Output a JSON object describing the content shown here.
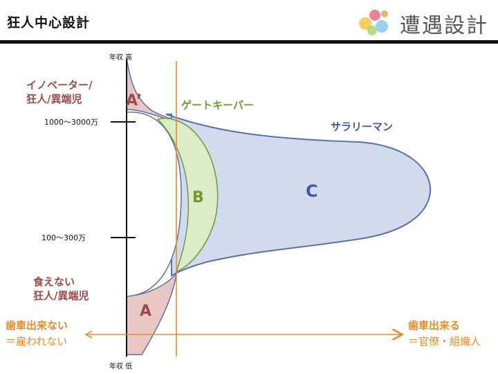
{
  "header": {
    "title": "狂人中心設計",
    "logo_text": "遭遇設計"
  },
  "axis": {
    "top_label": "年収 高",
    "bottom_label": "年収 低",
    "tick_high": "1000〜3000万",
    "tick_mid": "100〜300万"
  },
  "groups": {
    "innovator_line1": "イノベーター/",
    "innovator_line2": "狂人/異端児",
    "gatekeeper": "ゲートキーパー",
    "salaryman": "サラリーマン",
    "poor_line1": "食えない",
    "poor_line2": "狂人/異端児"
  },
  "regions": {
    "a_prime": "A’",
    "a": "A",
    "b": "B",
    "c": "C"
  },
  "gear_axis": {
    "left_line1": "歯車出来ない",
    "left_line2": "＝雇われない",
    "right_line1": "歯車出来る",
    "right_line2": "＝官僚・組織人"
  },
  "colors": {
    "pink_region": "#e9c7c5",
    "blue_region": "#d2daee",
    "blue_stroke": "#5a6fa8",
    "green_region": "#dcecc6",
    "green_stroke": "#6a9a3c",
    "orange": "#e88a2e",
    "maroon_text": "#9b4a4a",
    "blue_text": "#3f59a8",
    "green_text": "#6f9a2e"
  }
}
